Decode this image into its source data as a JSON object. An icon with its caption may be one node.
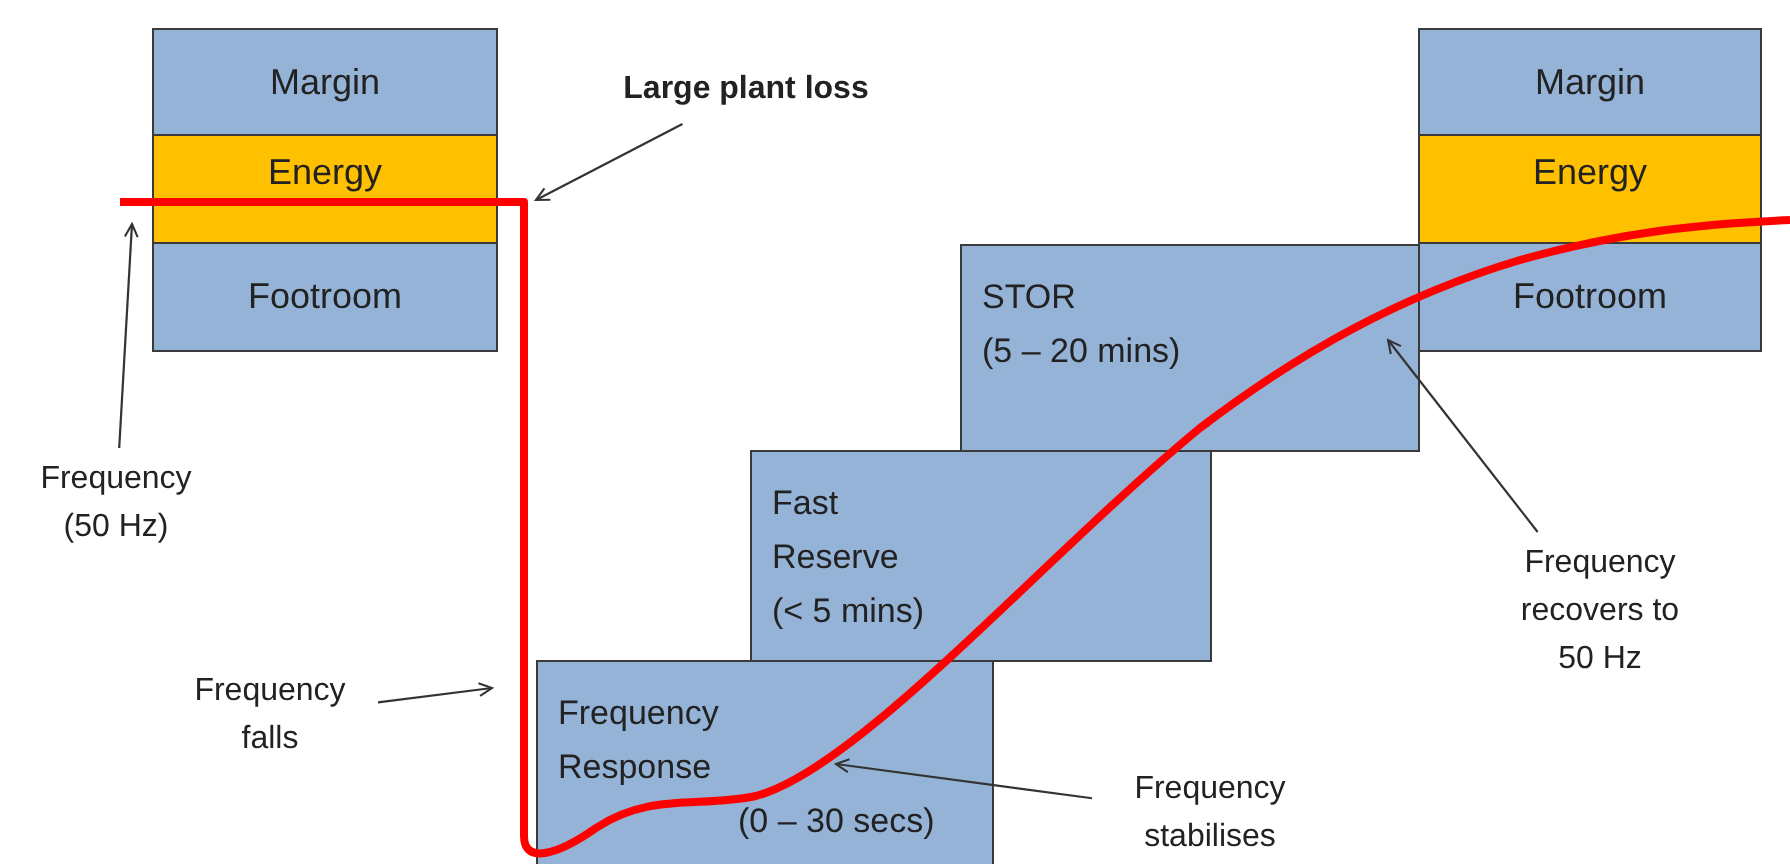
{
  "diagram": {
    "nodes": [
      {
        "text": [
          "Margin"
        ]
      },
      {
        "text": [
          "Energy"
        ]
      },
      {
        "text": [
          "Footroom"
        ]
      },
      {
        "text": [
          "Margin"
        ]
      },
      {
        "text": [
          "Energy"
        ]
      },
      {
        "text": [
          "Footroom"
        ]
      },
      {
        "text": [
          "STOR",
          "(5 – 20 mins)"
        ]
      },
      {
        "text": [
          "Fast Reserve",
          "(< 5 mins)"
        ]
      },
      {
        "text": [
          "Frequency Response",
          "(0 – 30 secs)"
        ]
      },
      {
        "text": [
          "Large plant loss"
        ]
      },
      {
        "text": [
          "Frequency (50 Hz)"
        ]
      },
      {
        "text": [
          "Frequency falls"
        ]
      },
      {
        "text": [
          "Frequency stabilises"
        ]
      },
      {
        "text": [
          "Frequency recovers to 50 Hz"
        ]
      }
    ],
    "edges": [
      {
        "from": 9,
        "to": 1,
        "arrow": "to"
      },
      {
        "from": 10,
        "to": 1,
        "arrow": "to"
      },
      {
        "from": 11,
        "to": 8,
        "arrow": "to"
      },
      {
        "from": 12,
        "to": 8,
        "arrow": "to"
      },
      {
        "from": 13,
        "to": 5,
        "arrow": "to"
      }
    ]
  }
}
